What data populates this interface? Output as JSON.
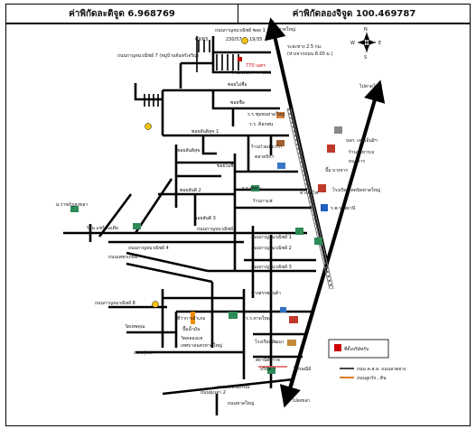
{
  "header": {
    "lat_label": "ค่าพิกัดละติจูด 6.968769",
    "lon_label": "ค่าพิกัดลองจิจูด 100.469787"
  },
  "compass": {
    "n": "N",
    "s": "S",
    "e": "E",
    "w": "W"
  },
  "destinations": {
    "north_top": "ไปหาดใหญ่",
    "north_right": "ไปหาดใหญ่",
    "south": "ไปสงขลา"
  },
  "legend": {
    "site": "ที่ตั้งบริษัทรับ",
    "line1": "ถนน ค.ส.ล. ถนนลาดยาง",
    "line2": "ถนนลูกรัง , ดิน"
  },
  "labels": {
    "top_road": "ถนนกาญจนวณิชย์ ซอย 1",
    "side_road": "ถนนกาญจนวณิชย์ 7 (หมู่บ้านจันทร์เจริญ)",
    "shop": "ร้านเจดอกกากาแลน",
    "lane_a": "ซอยไม่ชื่อ",
    "lane_b": "ซอยชื่อ",
    "school": "ร.ร.ชุมชนหาดใหญ่",
    "temple": "ร.ร. ดิลกพน",
    "market": "ร้านก๋วยเตี๋ยวไก่",
    "clinic": "ตลาดบิกา",
    "soi_1": "ซอยสันติสุข 1",
    "soi_2": "ซอยสันติสุข 2",
    "soi_3": "ซอยไม่ชื่อ",
    "soi_4": "ซอยสันติ 2",
    "mosque": "ร.ร.พัทยา",
    "bank": "ร้านกาแฟ",
    "hospital": "ม.ราชภัฏสงขลา",
    "office_a": "ร้าน แชร์ ไอเดีย",
    "soi_5": "ซอยสันติ 3",
    "road_mid": "ถนนกาญจนวณิชย์",
    "road_mid2": "ถนนกาญจนวณิชย์ 1",
    "road_mid3": "ถนนกาญจนวณิชย์ 2",
    "road_low": "ถนนกาญจนวณิชย์ 3",
    "road_low2": "ถนนกาญจนวณิชย์ 4",
    "village": "ถนนกาญจนวณิชย์ 8",
    "factory": "ห้างสรรพสินค้า",
    "gov": "ที่ว่าการอำเภอ",
    "hotel": "ร.ร.หาดใหญ่",
    "gas": "ปั๊มน้ำมัน",
    "uni": "โรงเรียนพัฒนา",
    "school2": "วัดเทพคุณ",
    "temple2": "วัดคลองแห",
    "resort": "เทศบาลนครหาดใหญ่",
    "clinic2": "สถานีตำรวจ",
    "post": "ไปรษณีย์",
    "biz": "บริษัท ฯ",
    "road_bottom": "ถนนพลพิชัยกรณ์",
    "road_bottom2": "ถนนหาดใหญ่",
    "road_left": "ถนนทุ่งเสา",
    "road_left2": "ถนนทุ่งเสา 2",
    "road_left3": "ถนนเพชรเกษม",
    "right_a": "บจก. เคพีเอ็นอิฯ",
    "right_b": "ร้านอาหารเจ",
    "right_c": "ธนาคาร",
    "right_d": "โรงเรียนเทคนิคหาดใหญ่",
    "right_e": "ร.พ.ราชธานี",
    "right_f": "ปั๊ม บางจาก",
    "top_dist": "ระยะทาง 2.5 กม.",
    "top_dist2": "(ห่างจากถนน 8.00 ม.)",
    "red_label": "770 เมตร",
    "num_a": "69/65",
    "num_b": "230/57",
    "num_c": "19/35",
    "rail_label": "ทางรถไฟ"
  }
}
